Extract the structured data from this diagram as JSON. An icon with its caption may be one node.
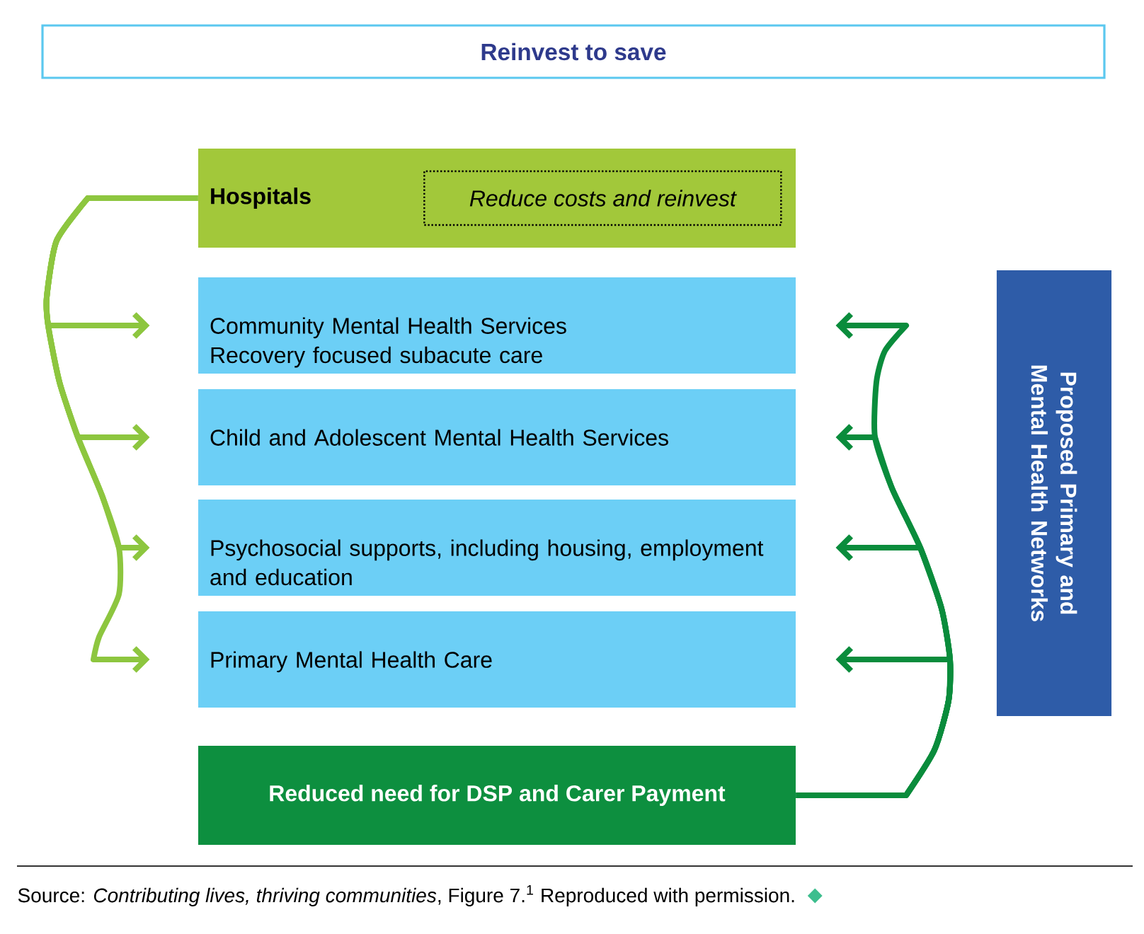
{
  "diagram": {
    "title": "Reinvest to save",
    "nodes": [
      {
        "text": [
          "Hospitals"
        ]
      },
      {
        "text": [
          "Reduce costs and reinvest"
        ],
        "in": 0
      },
      {
        "text": [
          "Community Mental Health Services",
          "Recovery focused subacute care"
        ]
      },
      {
        "text": [
          "Child and Adolescent Mental Health Services"
        ]
      },
      {
        "text": [
          "Psychosocial supports, including housing, employment and education"
        ]
      },
      {
        "text": [
          "Primary Mental Health Care"
        ]
      },
      {
        "text": [
          "Reduced need for DSP and Carer Payment"
        ]
      },
      {
        "text": [
          "Proposed Primary and Mental Health Networks"
        ]
      }
    ],
    "edges": [
      {
        "from": 0,
        "to": 2,
        "arrow": "to",
        "color": "#8dc63f"
      },
      {
        "from": 0,
        "to": 3,
        "arrow": "to",
        "color": "#8dc63f"
      },
      {
        "from": 0,
        "to": 4,
        "arrow": "to",
        "color": "#8dc63f"
      },
      {
        "from": 0,
        "to": 5,
        "arrow": "to",
        "color": "#8dc63f"
      },
      {
        "from": 6,
        "to": 2,
        "arrow": "to",
        "color": "#0a8c3c"
      },
      {
        "from": 6,
        "to": 3,
        "arrow": "to",
        "color": "#0a8c3c"
      },
      {
        "from": 6,
        "to": 4,
        "arrow": "to",
        "color": "#0a8c3c"
      },
      {
        "from": 6,
        "to": 5,
        "arrow": "to",
        "color": "#0a8c3c"
      }
    ],
    "caption": "Source: *Contributing lives, thriving communities*, Figure 7.$^{1}$ Reproduced with permission."
  }
}
